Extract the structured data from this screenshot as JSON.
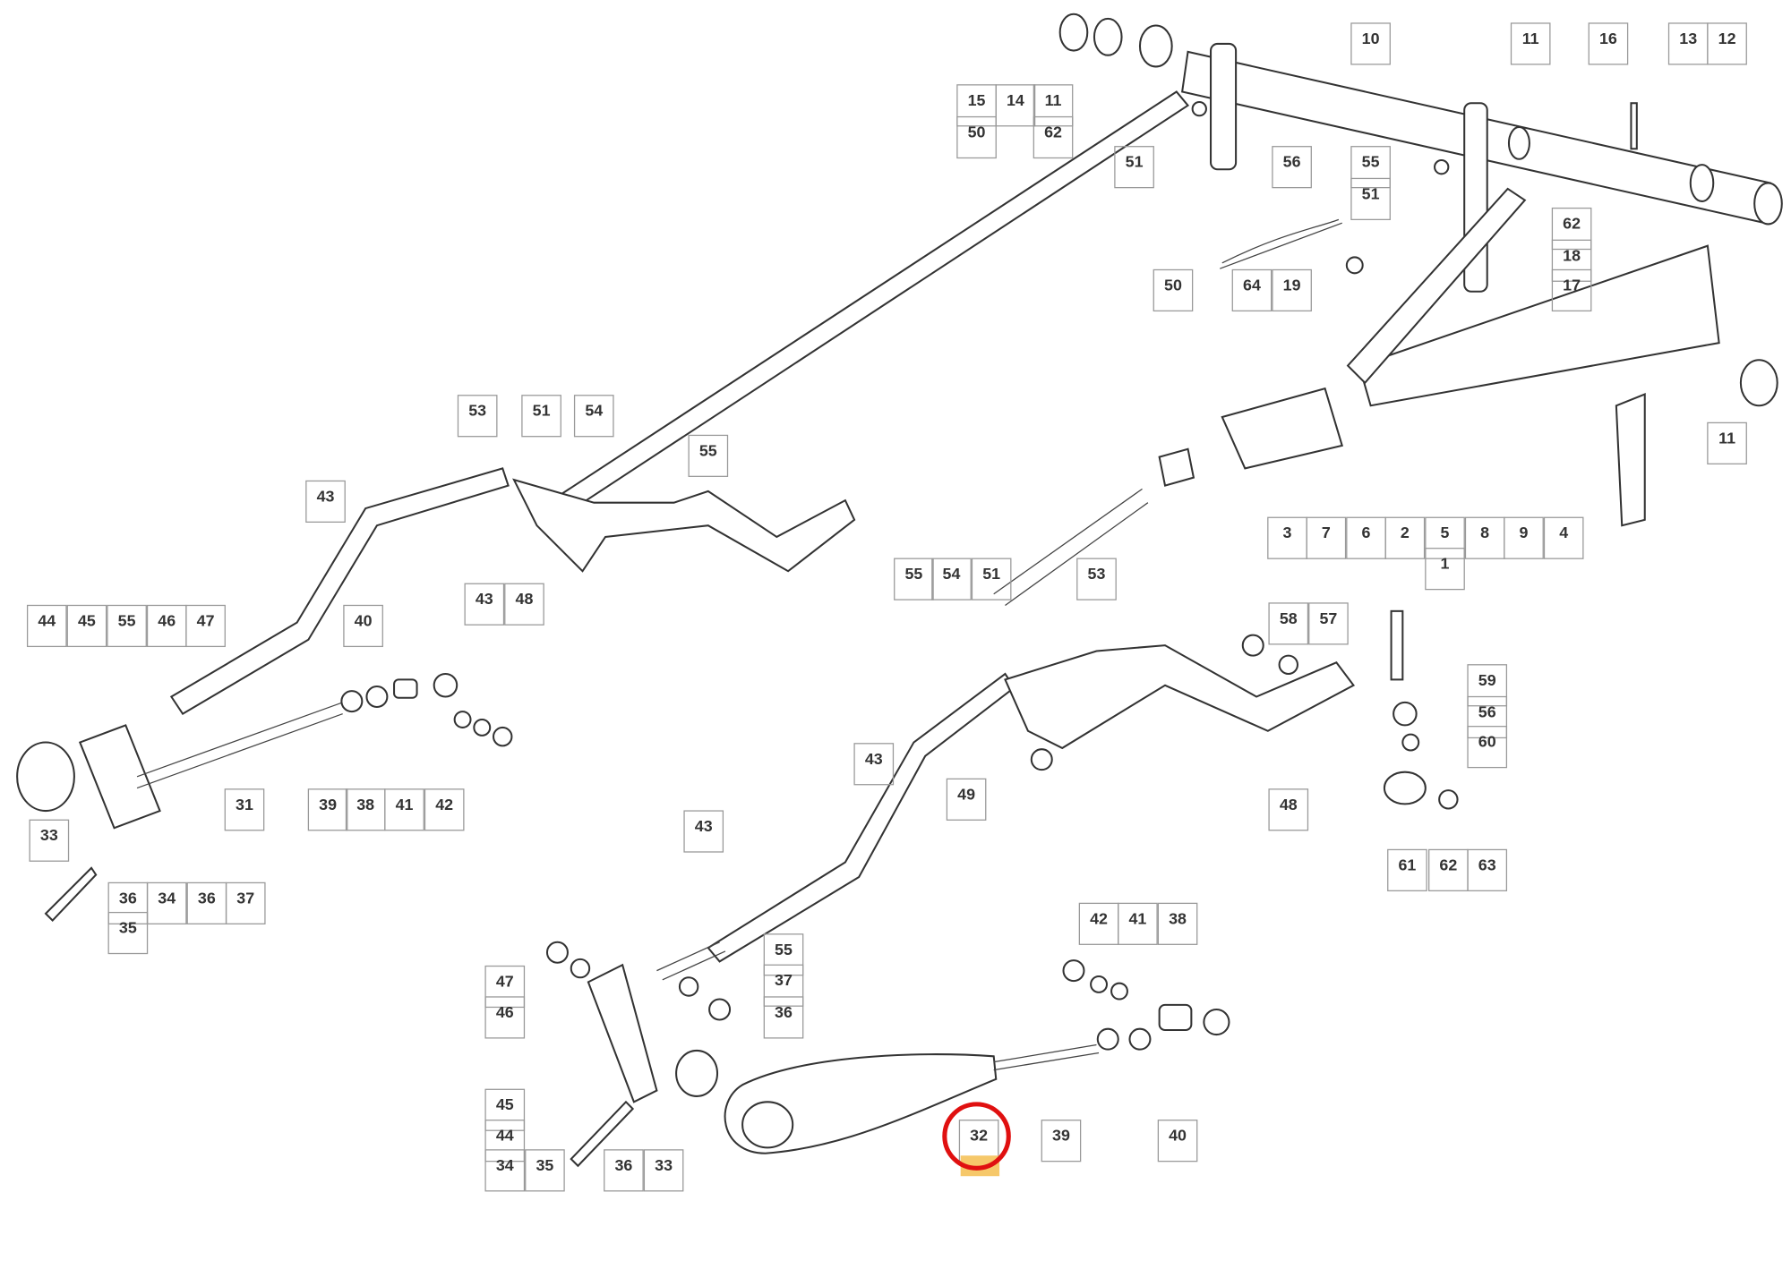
{
  "diagram": {
    "type": "exploded-parts-diagram",
    "highlighted_part": "32",
    "highlight_color": "#e01010",
    "highlight_fill": "#f6c86a",
    "callouts": [
      "15",
      "14",
      "11",
      "10",
      "11",
      "16",
      "13",
      "12",
      "50",
      "62",
      "51",
      "56",
      "55",
      "51",
      "62",
      "18",
      "17",
      "50",
      "64",
      "19",
      "11",
      "3",
      "7",
      "6",
      "2",
      "5",
      "8",
      "9",
      "4",
      "1",
      "53",
      "51",
      "54",
      "55",
      "43",
      "43",
      "48",
      "44",
      "45",
      "55",
      "46",
      "47",
      "40",
      "31",
      "39",
      "38",
      "41",
      "42",
      "33",
      "36",
      "34",
      "36",
      "37",
      "35",
      "55",
      "54",
      "51",
      "53",
      "58",
      "57",
      "59",
      "56",
      "60",
      "43",
      "49",
      "48",
      "43",
      "61",
      "62",
      "63",
      "42",
      "41",
      "38",
      "55",
      "37",
      "47",
      "36",
      "46",
      "45",
      "39",
      "40",
      "32",
      "44",
      "34",
      "35",
      "36",
      "33"
    ]
  }
}
